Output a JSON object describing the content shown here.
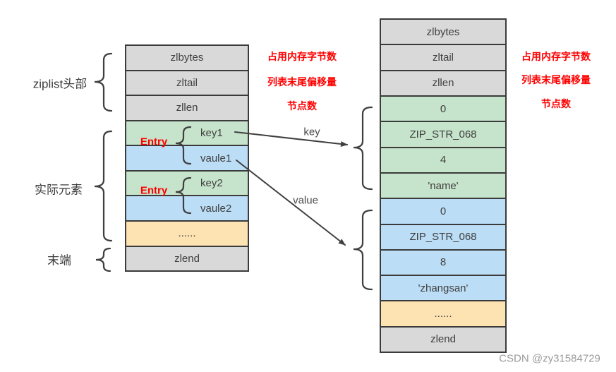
{
  "left_table": {
    "rows": [
      "zlbytes",
      "zltail",
      "zllen",
      "key1",
      "vaule1",
      "key2",
      "vaule2",
      "......",
      "zlend"
    ],
    "entry_label": "Entry"
  },
  "right_table": {
    "rows": [
      "zlbytes",
      "zltail",
      "zllen",
      "0",
      "ZIP_STR_068",
      "4",
      "'name'",
      "0",
      "ZIP_STR_068",
      "8",
      "'zhangsan'",
      "......",
      "zlend"
    ]
  },
  "group_labels": {
    "header": "ziplist头部",
    "elements": "实际元素",
    "end": "末端"
  },
  "arrow_labels": {
    "key": "key",
    "value": "value"
  },
  "annotations_left": [
    "占用内存字节数",
    "列表末尾偏移量",
    "节点数"
  ],
  "annotations_right": [
    "占用内存字节数",
    "列表末尾偏移量",
    "节点数"
  ],
  "watermark": "CSDN @zy31584729",
  "colors": {
    "accent_red": "#fe0000",
    "cell_gray": "#d9d9d9",
    "cell_green": "#c6e3cb",
    "cell_blue": "#bbddf6",
    "cell_orange": "#fde2b2",
    "border": "#3b3b3b"
  }
}
